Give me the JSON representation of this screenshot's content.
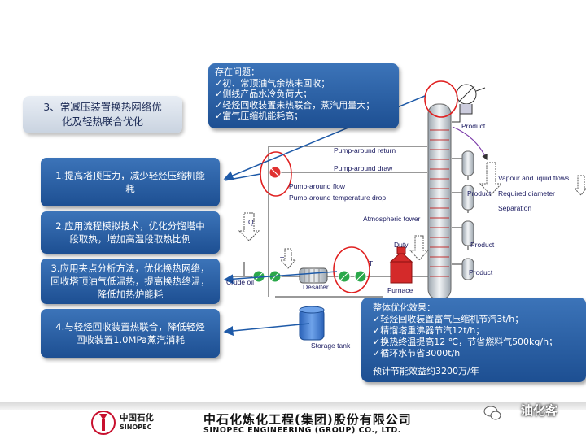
{
  "title_box": {
    "line1": "3、常减压装置换热网络优",
    "line2": "化及轻热联合优化"
  },
  "issues": {
    "heading": "存在问题：",
    "items": [
      "✓初、常顶油气余热未回收；",
      "✓侧线产品水冷负荷大；",
      "✓轻烃回收装置未热联合，蒸汽用量大；",
      "✓富气压缩机能耗高；"
    ]
  },
  "measures": [
    {
      "line1": "1.提高塔顶压力，减少轻烃压缩机能",
      "line2": "耗"
    },
    {
      "line1": "2.应用流程模拟技术，优化分馏塔中",
      "line2": "段取热，增加高温段取热比例"
    },
    {
      "line1": "3.应用夹点分析方法，优化换热网络，",
      "line2": "回收塔顶油气低温热，提高换热终温，",
      "line3": "降低加热炉能耗"
    },
    {
      "line1": "4.与轻烃回收装置热联合，降低轻烃",
      "line2": "回收装置1.0MPa蒸汽消耗"
    }
  ],
  "effects": {
    "heading": "整体优化效果：",
    "items": [
      "✓轻烃回收装置富气压缩机节汽3t/h；",
      "✓精馏塔重沸器节汽12t/h；",
      "✓换热终温提高12 ℃，节省燃料气500kg/h；",
      "✓循环水节省3000t/h"
    ],
    "saving": "预计节能效益约3200万/年"
  },
  "diagram": {
    "pump_around_return": "Pump-around return",
    "pump_around_draw": "Pump-around draw",
    "pump_around_flow": "Pump-around flow",
    "pump_around_temp_drop": "Pump-around temperature drop",
    "atmospheric_tower": "Atmospheric tower",
    "duty": "Duty",
    "q": "Q",
    "t1": "T",
    "t2": "T",
    "crude_oil": "Crude oil",
    "desalter": "Desalter",
    "furnace": "Furnace",
    "storage_tank": "Storage tank",
    "product_top": "Product",
    "product_1": "Product",
    "product_2": "Product",
    "product_3": "Product",
    "vapour_liquid_flows": "Vapour and liquid flows",
    "required_diameter": "Required diameter",
    "separation": "Separation"
  },
  "footer": {
    "logo_cn": "中国石化",
    "logo_en": "SINOPEC",
    "company_cn": "中石化炼化工程(集团)股份有限公司",
    "company_en": "SINOPEC ENGINEERING (GROUP) CO., LTD.",
    "wechat": "油化客"
  },
  "colors": {
    "box_blue": "#2a5fa5",
    "arrow_blue": "#1e5aa8",
    "highlight_red": "#e02020",
    "hx_green": "#2aa84a",
    "furnace_red": "#d42a2a"
  }
}
